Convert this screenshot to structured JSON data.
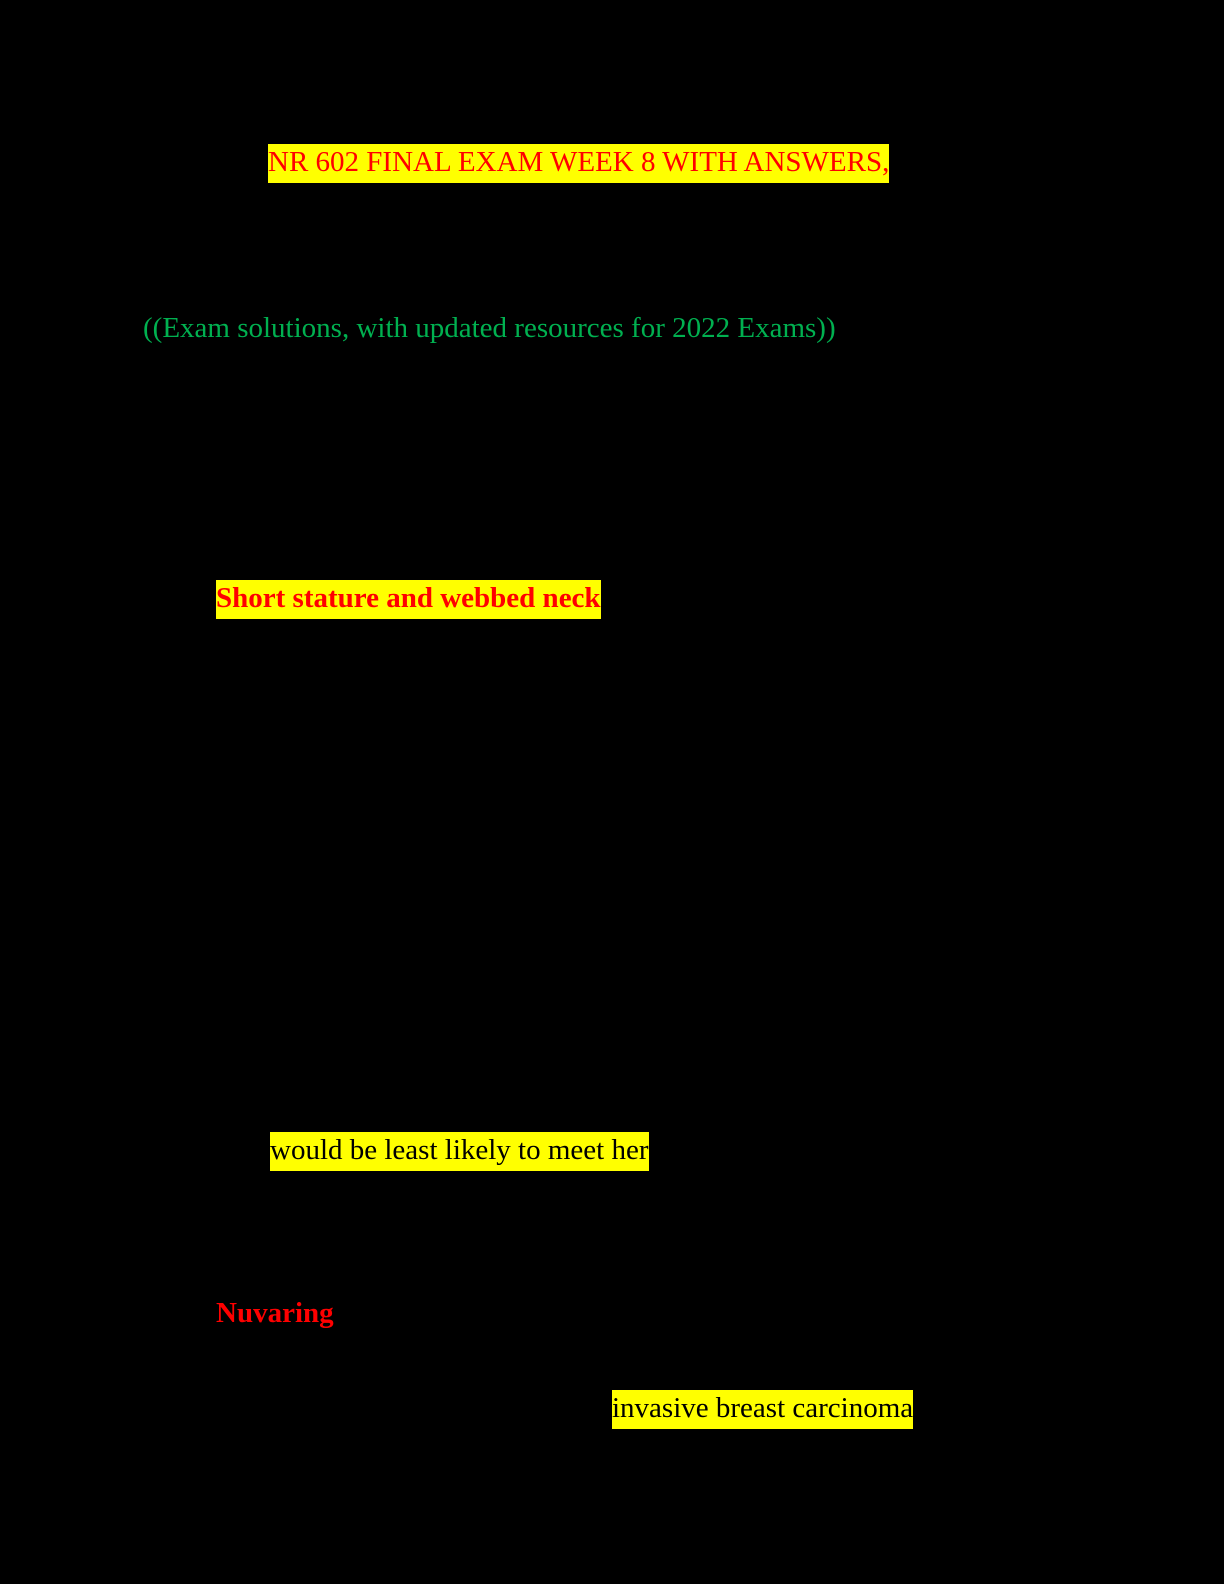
{
  "document": {
    "title": "NR 602 FINAL EXAM WEEK 8 WITH ANSWERS,",
    "subtitle": "((Exam solutions, with updated resources for 2022 Exams))",
    "highlighted_answer_1": "Short stature and webbed neck",
    "highlighted_question_fragment": "would be least likely to meet her",
    "answer_2": "Nuvaring",
    "highlighted_answer_3_fragment": "invasive breast carcinoma"
  },
  "colors": {
    "background": "#000000",
    "highlight": "#ffff00",
    "title_text": "#ff0000",
    "subtitle_text": "#00b050",
    "answer_text": "#ff0000",
    "body_text": "#000000"
  }
}
